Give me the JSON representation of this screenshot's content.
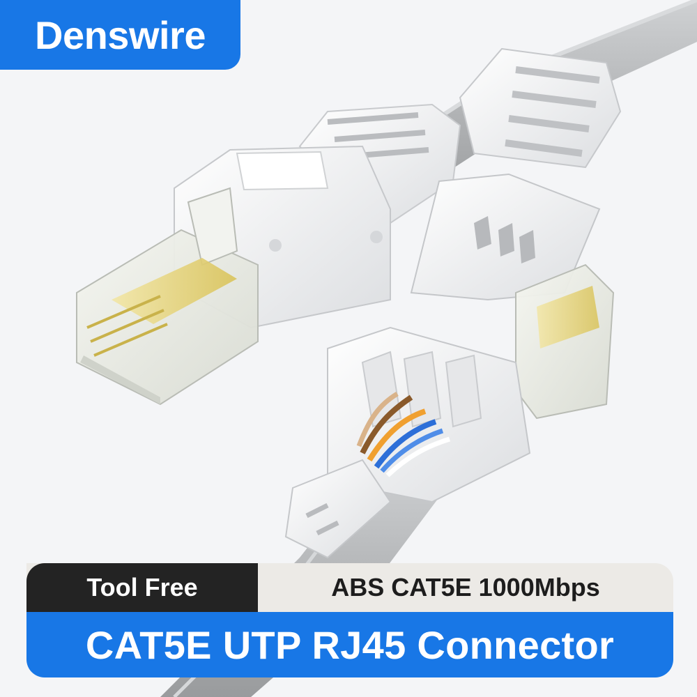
{
  "brand": {
    "name": "Denswire"
  },
  "badges": {
    "tool_free": "Tool Free",
    "specs": "ABS CAT5E 1000Mbps"
  },
  "title": "CAT5E UTP RJ45 Connector",
  "colors": {
    "brand_blue": "#1877e6",
    "dark_tag": "#232323",
    "strip_bg": "#eceae6",
    "cable_grey": "#b5b7b9",
    "connector_white": "#f1f2f3",
    "contact_gold": "#e7d57a"
  },
  "wire_colors": [
    "#8a5a2b",
    "#f0a030",
    "#2d6fd8",
    "#ffffff",
    "#4f8de8",
    "#d9b38a"
  ]
}
